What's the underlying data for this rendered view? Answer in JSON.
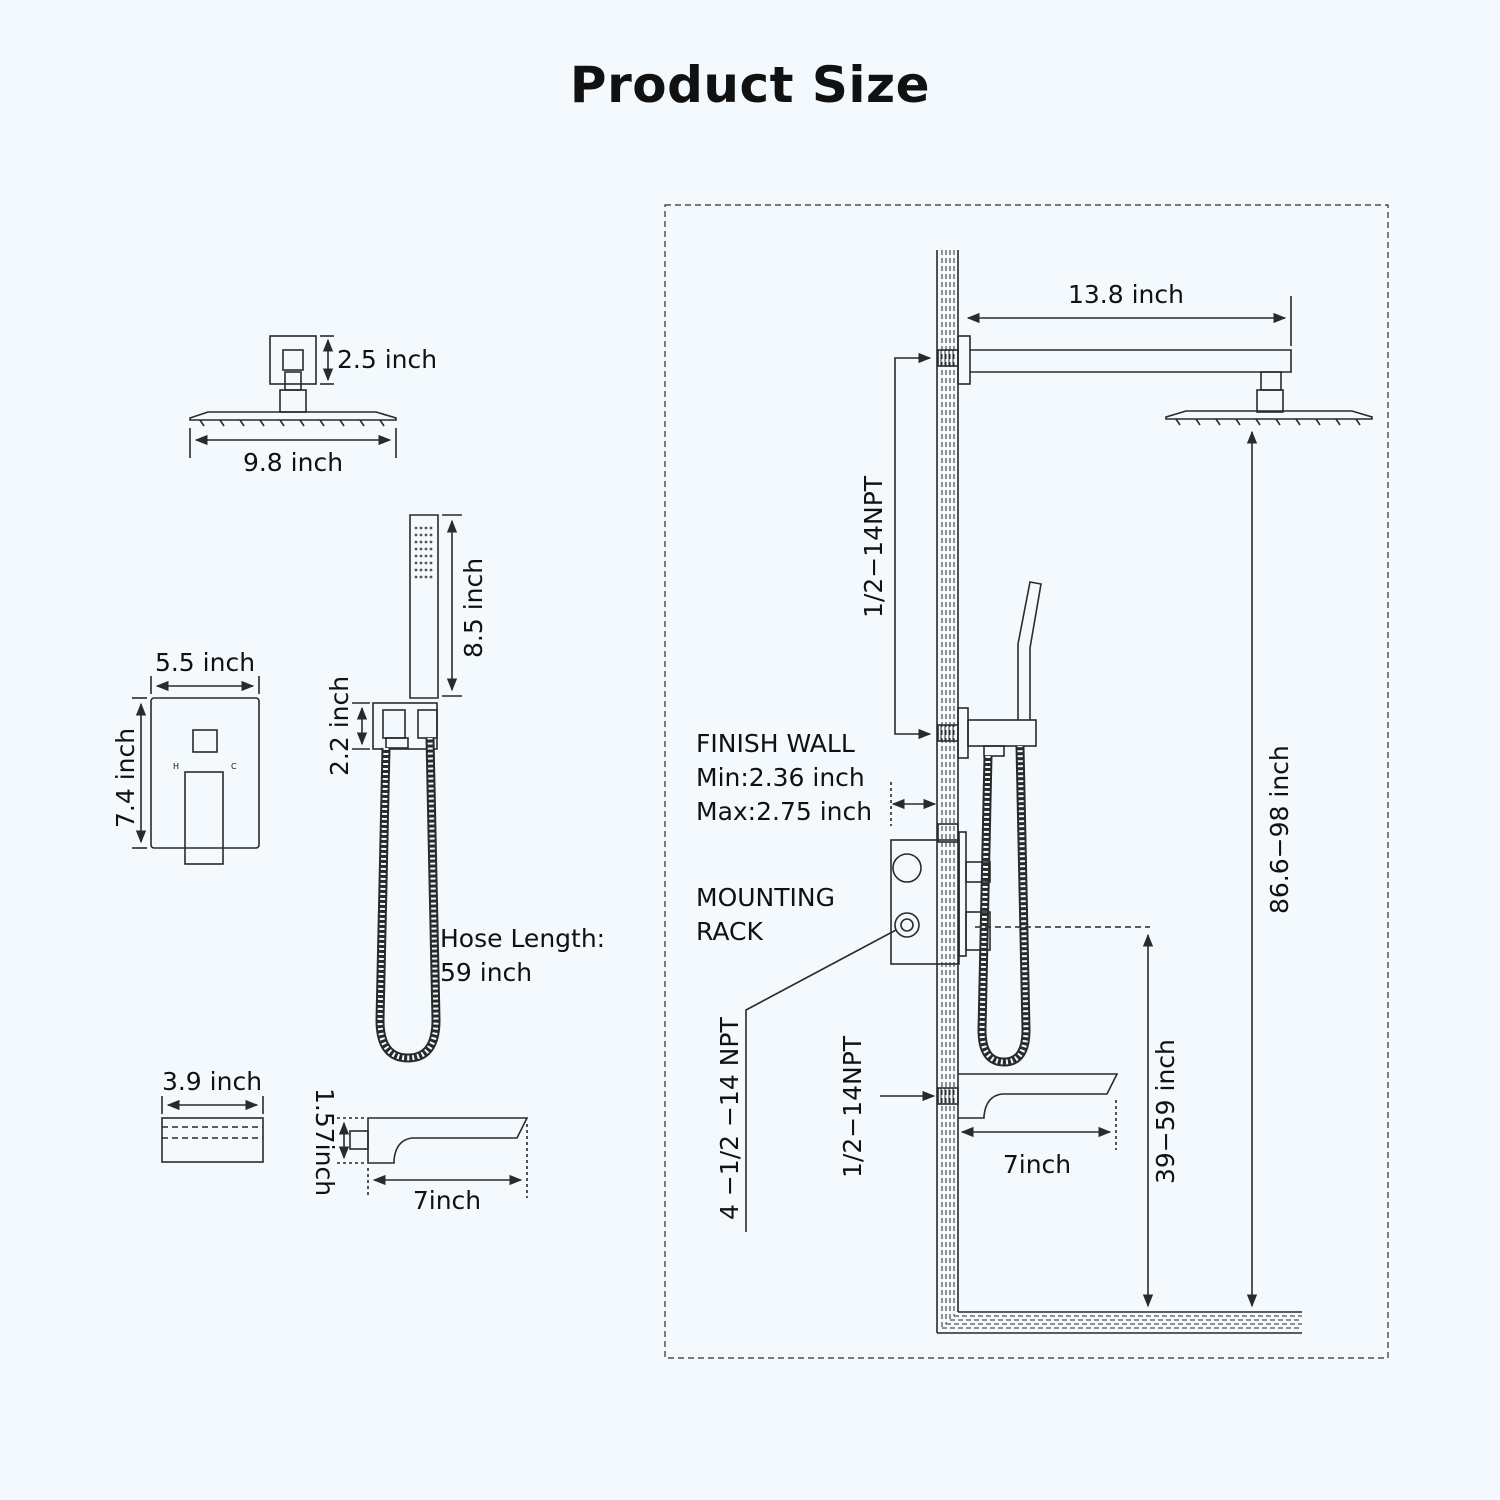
{
  "title": "Product Size",
  "colors": {
    "background": "#f3f9fc",
    "line": "#2a2a2a",
    "text": "#111111"
  },
  "showerhead": {
    "width_label": "9.8 inch",
    "mount_label": "2.5 inch"
  },
  "handheld": {
    "length_label": "8.5 inch",
    "holder_label": "2.2 inch",
    "hose_label_line1": "Hose Length:",
    "hose_label_line2": "59 inch"
  },
  "valve_trim": {
    "width_label": "5.5 inch",
    "height_label": "7.4 inch",
    "hot_mark": "H",
    "cold_mark": "C"
  },
  "tub_spout": {
    "depth_label": "3.9 inch",
    "height_label": "1.57inch",
    "length_label": "7inch"
  },
  "installation": {
    "arm_length_label": "13.8 inch",
    "top_thread_label": "1/2−14NPT",
    "finish_wall_line1": "FINISH WALL",
    "finish_wall_line2": "Min:2.36 inch",
    "finish_wall_line3": "Max:2.75 inch",
    "mounting_rack_line1": "MOUNTING",
    "mounting_rack_line2": "RACK",
    "valve_thread_label": "4 −1/2 −14 NPT",
    "spout_thread_label": "1/2−14NPT",
    "spout_length_label": "7inch",
    "spout_height_label": "39−59 inch",
    "head_height_label": "86.6−98 inch"
  }
}
